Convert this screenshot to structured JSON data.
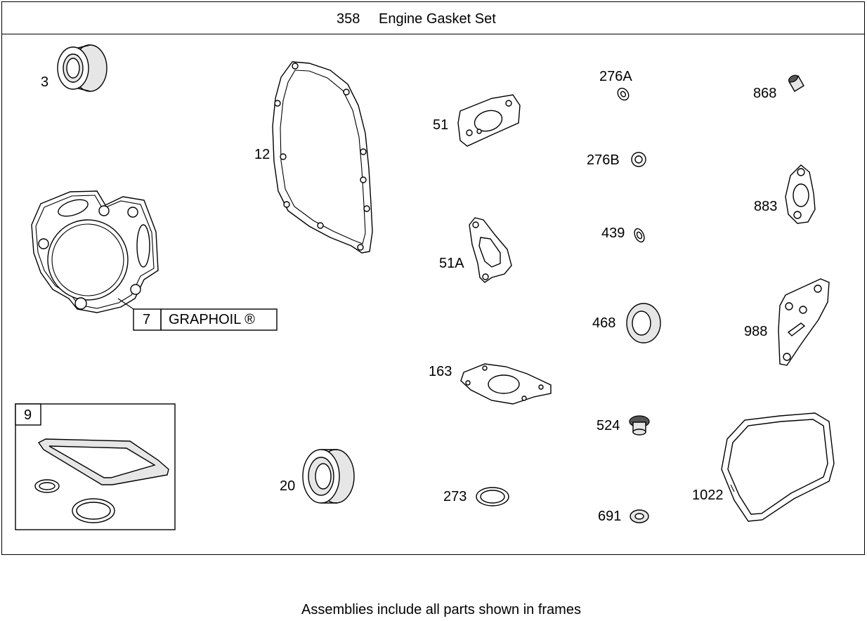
{
  "header": {
    "number": "358",
    "title": "Engine Gasket Set"
  },
  "callouts": {
    "p3": "3",
    "p12": "12",
    "p51": "51",
    "p51a": "51A",
    "p163": "163",
    "p20": "20",
    "p273": "273",
    "p276a": "276A",
    "p276b": "276B",
    "p439": "439",
    "p468": "468",
    "p524": "524",
    "p691": "691",
    "p868": "868",
    "p883": "883",
    "p988": "988",
    "p1022": "1022"
  },
  "graphoil_box": {
    "number": "7",
    "text": "GRAPHOIL ®"
  },
  "assembly_frame": {
    "number": "9"
  },
  "footer_note": "Assemblies include all parts shown in frames"
}
